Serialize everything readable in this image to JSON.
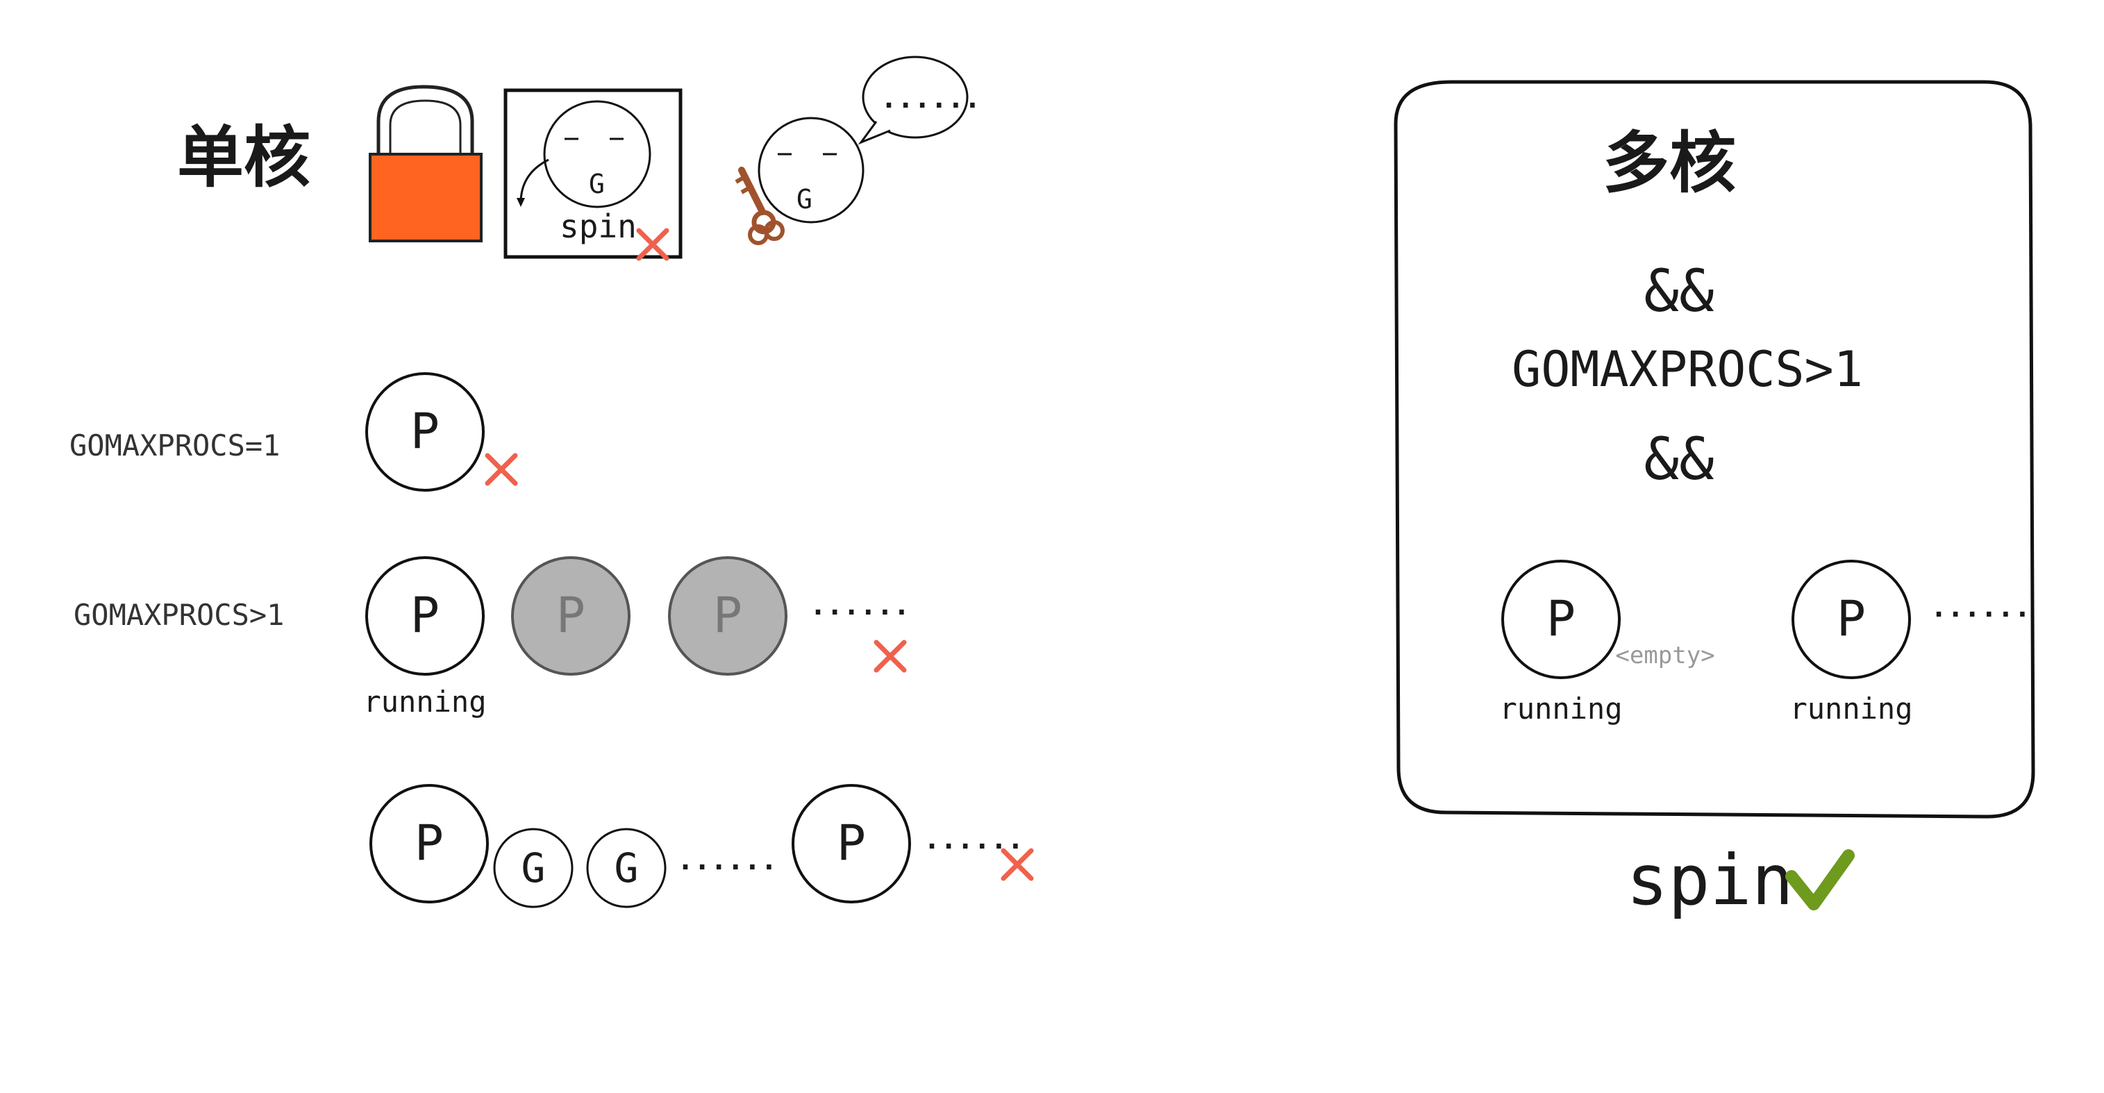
{
  "single_core": {
    "title": "单核",
    "lock_color": "#FF6420",
    "spin_label": "spin",
    "g_label": "G",
    "thought": "......"
  },
  "conditions": {
    "gomaxprocs_eq_1": "GOMAXPROCS=1",
    "gomaxprocs_gt_1": "GOMAXPROCS>1",
    "p_label": "P",
    "g_label": "G",
    "running_label": "running",
    "ellipsis": "......"
  },
  "multi_core": {
    "title": "多核",
    "and_top": "&&",
    "condition": "GOMAXPROCS>1",
    "and_bottom": "&&",
    "p_label": "P",
    "empty_label": "<empty>",
    "running_left": "running",
    "running_right": "running",
    "ellipsis": "......",
    "result": "spin"
  },
  "colors": {
    "cross": "#F0614D",
    "check": "#6E9A1E",
    "idle_p_fill": "#B3B3B3"
  }
}
